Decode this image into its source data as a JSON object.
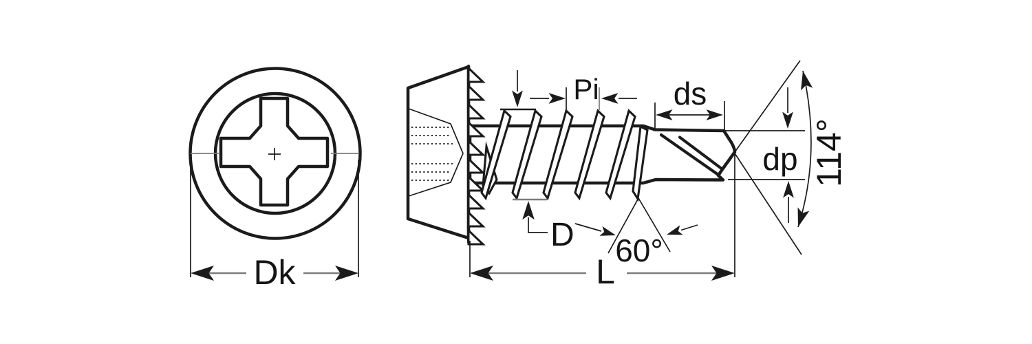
{
  "labels": {
    "head_diameter": "Dk",
    "thread_pitch": "Pi",
    "drill_diameter": "ds",
    "point_diameter": "dp",
    "point_angle": "114°",
    "thread_outer_diameter": "D",
    "thread_profile_angle": "60°",
    "screw_length": "L"
  },
  "colors": {
    "line": "#1b1b1b",
    "dimension_line": "#7b7b7b",
    "background": "#ffffff"
  }
}
